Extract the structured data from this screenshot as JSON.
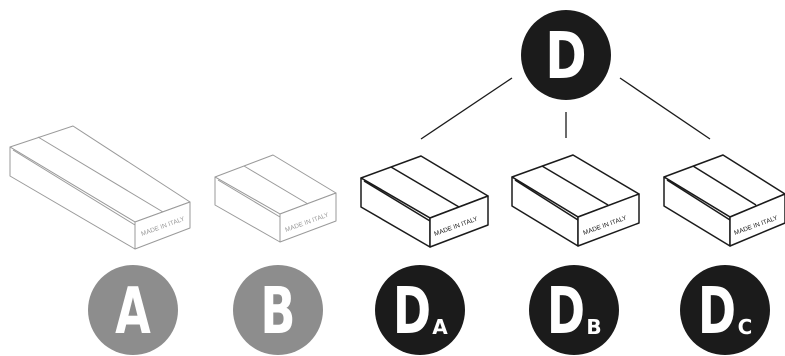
{
  "box_label": "MADE IN ITALY",
  "colors": {
    "dark": "#1b1b1b",
    "grey": "#8d8d8d",
    "light_outline": "#9a9a9a",
    "connector": "#1b1b1b",
    "background": "#ffffff"
  },
  "root": {
    "letter": "D",
    "sub": ""
  },
  "variants": [
    {
      "letter": "A",
      "sub": "",
      "style": "grey"
    },
    {
      "letter": "B",
      "sub": "",
      "style": "grey"
    },
    {
      "letter": "D",
      "sub": "A",
      "style": "dark"
    },
    {
      "letter": "D",
      "sub": "B",
      "style": "dark"
    },
    {
      "letter": "D",
      "sub": "C",
      "style": "dark"
    }
  ]
}
